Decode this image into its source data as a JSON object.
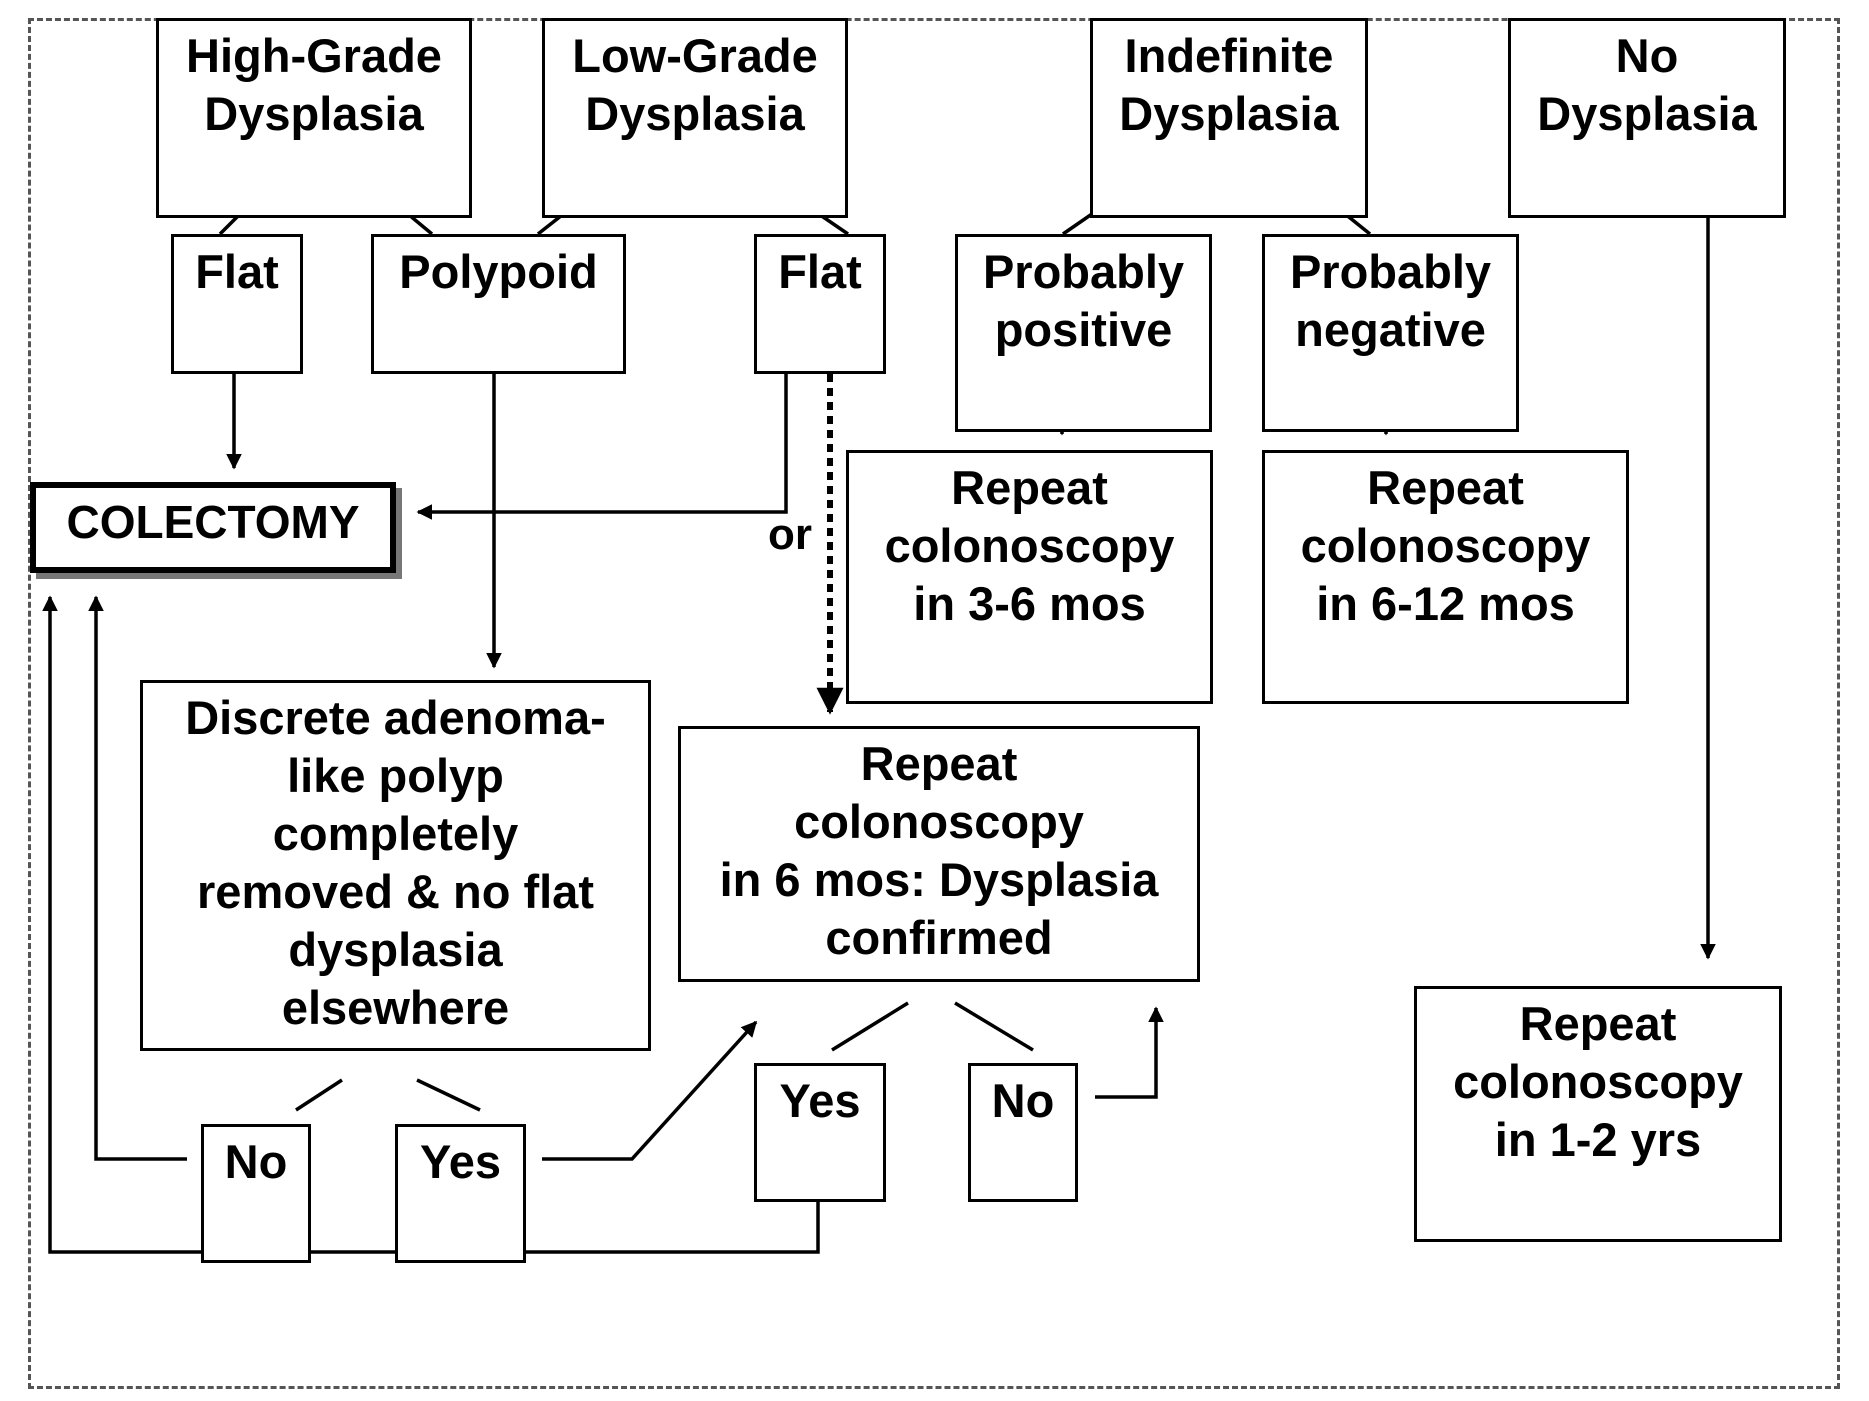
{
  "boxes": {
    "high_grade": "High-Grade\nDysplasia",
    "low_grade": "Low-Grade\nDysplasia",
    "indefinite": "Indefinite\nDysplasia",
    "no_dysplasia": "No\nDysplasia",
    "hg_flat": "Flat",
    "hg_polypoid": "Polypoid",
    "lg_flat": "Flat",
    "probably_positive": "Probably\npositive",
    "probably_negative": "Probably\nnegative",
    "colectomy": "COLECTOMY",
    "repeat_3_6": "Repeat\ncolonoscopy\nin 3-6 mos",
    "repeat_6_12": "Repeat\ncolonoscopy\nin 6-12 mos",
    "discrete_adenoma": "Discrete adenoma-\nlike polyp\ncompletely\nremoved & no flat\ndysplasia\nelsewhere",
    "repeat_6_confirmed": "Repeat\ncolonoscopy\nin 6 mos: Dysplasia\nconfirmed",
    "repeat_1_2": "Repeat\ncolonoscopy\nin 1-2 yrs",
    "adenoma_no": "No",
    "adenoma_yes": "Yes",
    "confirmed_yes": "Yes",
    "confirmed_no": "No"
  },
  "labels": {
    "or": "or"
  }
}
